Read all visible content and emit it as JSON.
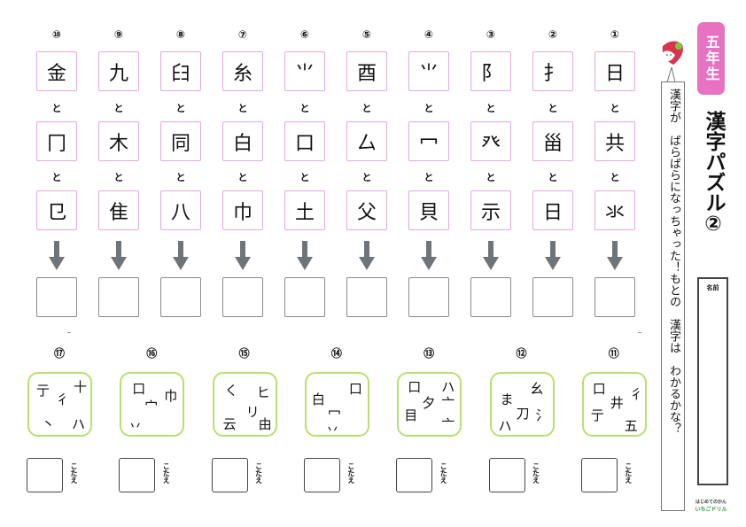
{
  "top": {
    "connector": "と",
    "columns": [
      {
        "num": "⑩",
        "parts": [
          "金",
          "冂",
          "㔾"
        ]
      },
      {
        "num": "⑨",
        "parts": [
          "九",
          "木",
          "隹"
        ]
      },
      {
        "num": "⑧",
        "parts": [
          "𦥑",
          "同",
          "八"
        ]
      },
      {
        "num": "⑦",
        "parts": [
          "糸",
          "白",
          "巾"
        ]
      },
      {
        "num": "⑥",
        "parts": [
          "⺌",
          "口",
          "土"
        ]
      },
      {
        "num": "⑤",
        "parts": [
          "酉",
          "厶",
          "父"
        ]
      },
      {
        "num": "④",
        "parts": [
          "⺌",
          "冖",
          "貝"
        ]
      },
      {
        "num": "③",
        "parts": [
          "阝",
          "癶",
          "示"
        ]
      },
      {
        "num": "②",
        "parts": [
          "扌",
          "甾",
          "日"
        ]
      },
      {
        "num": "①",
        "parts": [
          "日",
          "共",
          "氺"
        ]
      }
    ]
  },
  "bottom": {
    "answer_label": "こたえ",
    "puzzles": [
      {
        "num": "⑰",
        "parts": [
          "亍",
          "十",
          "彳",
          "丶",
          "ハ"
        ]
      },
      {
        "num": "⑯",
        "parts": [
          "口",
          "巾",
          "宀",
          "丷"
        ]
      },
      {
        "num": "⑮",
        "parts": [
          "く",
          "ヒ",
          "リ",
          "由",
          "云"
        ]
      },
      {
        "num": "⑭",
        "parts": [
          "白",
          "口",
          "冖",
          "丷"
        ]
      },
      {
        "num": "⑬",
        "parts": [
          "口",
          "夕",
          "ハ",
          "亠",
          "目",
          "亠"
        ]
      },
      {
        "num": "⑫",
        "parts": [
          "ま",
          "幺",
          "刀",
          "ハ",
          "氵"
        ]
      },
      {
        "num": "⑪",
        "parts": [
          "口",
          "井",
          "彳",
          "亍",
          "五"
        ]
      }
    ]
  },
  "sidebar": {
    "grade": "五年生",
    "title": "漢字パズル②",
    "name_label": "名前",
    "instruction": "漢字が　ばらばらになっちゃった！もとの　漢字は　わかるかな？",
    "logo": "いちごドリル",
    "logo_sub": "はじめてのかん"
  },
  "colors": {
    "pink": "#e872c2",
    "green": "#b9e06e",
    "arrow": "#6e7479"
  }
}
